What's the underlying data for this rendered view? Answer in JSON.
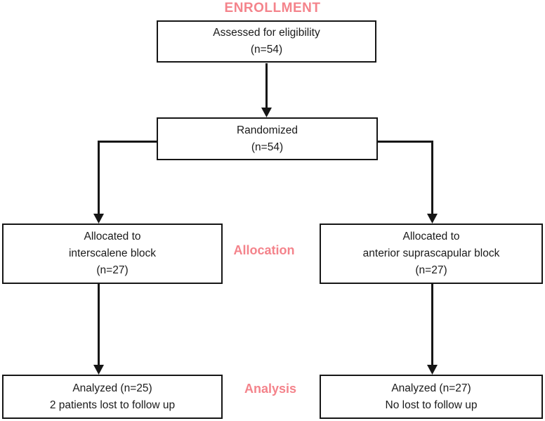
{
  "accent_color": "#f4838b",
  "line_color": "#161616",
  "title": "ENROLLMENT",
  "stage_labels": {
    "allocation": "Allocation",
    "analysis": "Analysis"
  },
  "boxes": {
    "assessed": {
      "lines": [
        "Assessed for eligibility",
        "(n=54)"
      ]
    },
    "randomized": {
      "lines": [
        "Randomized",
        "(n=54)"
      ]
    },
    "alloc_left": {
      "lines": [
        "Allocated to",
        "interscalene block",
        "(n=27)"
      ]
    },
    "alloc_right": {
      "lines": [
        "Allocated to",
        "anterior suprascapular block",
        "(n=27)"
      ]
    },
    "analysis_left": {
      "lines": [
        "Analyzed (n=25)",
        "2 patients lost to follow up"
      ]
    },
    "analysis_right": {
      "lines": [
        "Analyzed (n=27)",
        "No lost to follow up"
      ]
    }
  },
  "chart_data": {
    "type": "table",
    "title": "ENROLLMENT",
    "flow": [
      {
        "stage": "Enrollment",
        "node": "Assessed for eligibility",
        "n": 54
      },
      {
        "stage": "Enrollment",
        "node": "Randomized",
        "n": 54
      },
      {
        "stage": "Allocation",
        "node": "Allocated to interscalene block",
        "n": 27
      },
      {
        "stage": "Allocation",
        "node": "Allocated to anterior suprascapular block",
        "n": 27
      },
      {
        "stage": "Analysis",
        "node": "Analyzed (interscalene block)",
        "n": 25,
        "note": "2 patients lost to follow up"
      },
      {
        "stage": "Analysis",
        "node": "Analyzed (anterior suprascapular block)",
        "n": 27,
        "note": "No lost to follow up"
      }
    ]
  }
}
